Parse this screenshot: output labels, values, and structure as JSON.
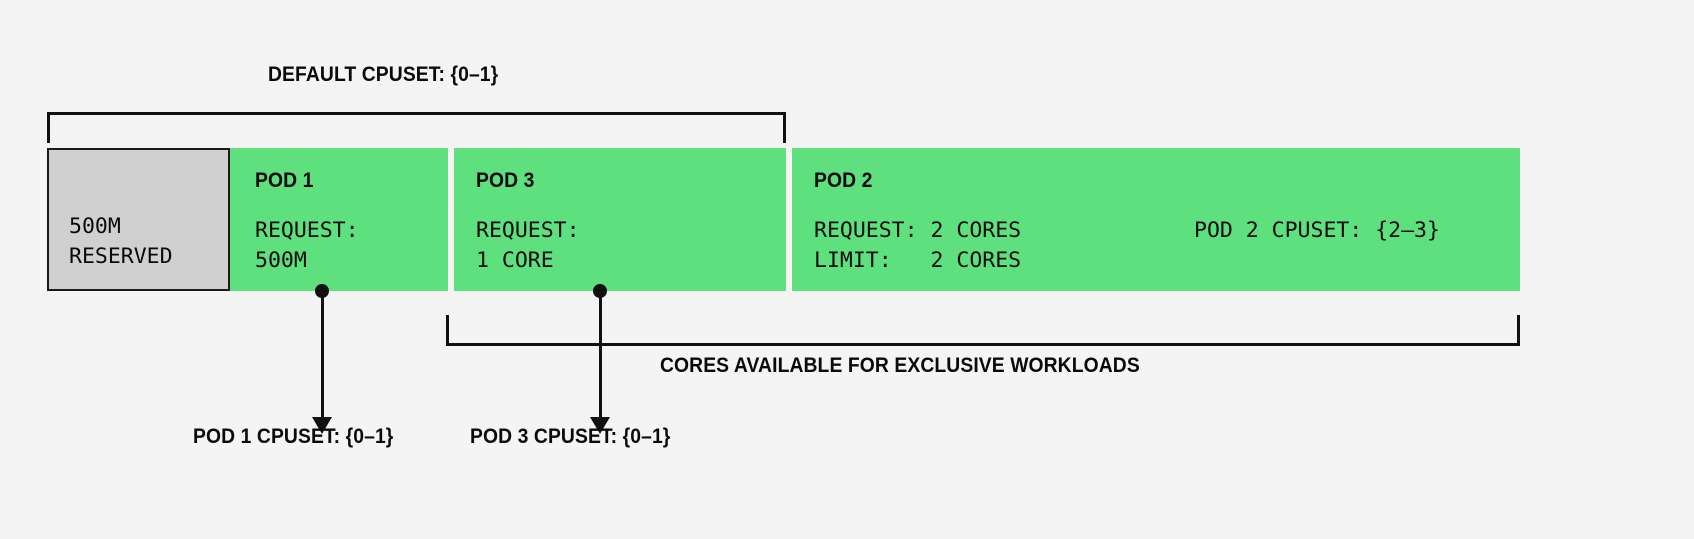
{
  "diagram": {
    "title": "Kubernetes CPU Manager cpuset allocation",
    "background_color": "#f4f4f4",
    "green_color": "#5ee07f",
    "gray_color": "#d0d0d0",
    "line_color": "#111111"
  },
  "top_bracket": {
    "label": "DEFAULT CPUSET: {0–1}"
  },
  "bar": {
    "reserved": {
      "line1": "500M",
      "line2": "RESERVED"
    },
    "blocks": [
      {
        "title": "POD 1",
        "line1": "REQUEST:",
        "line2": "500M"
      },
      {
        "title": "POD 3",
        "line1": "REQUEST:",
        "line2": "1 CORE"
      },
      {
        "title": "POD 2",
        "line1": "REQUEST: 2 CORES",
        "line2": "LIMIT:   2 CORES",
        "cpuset": "POD 2 CPUSET: {2–3}"
      }
    ]
  },
  "bottom_bracket": {
    "label": "CORES AVAILABLE FOR EXCLUSIVE WORKLOADS"
  },
  "callouts": {
    "pod1": "POD 1 CPUSET: {0–1}",
    "pod3": "POD 3 CPUSET: {0–1}"
  }
}
